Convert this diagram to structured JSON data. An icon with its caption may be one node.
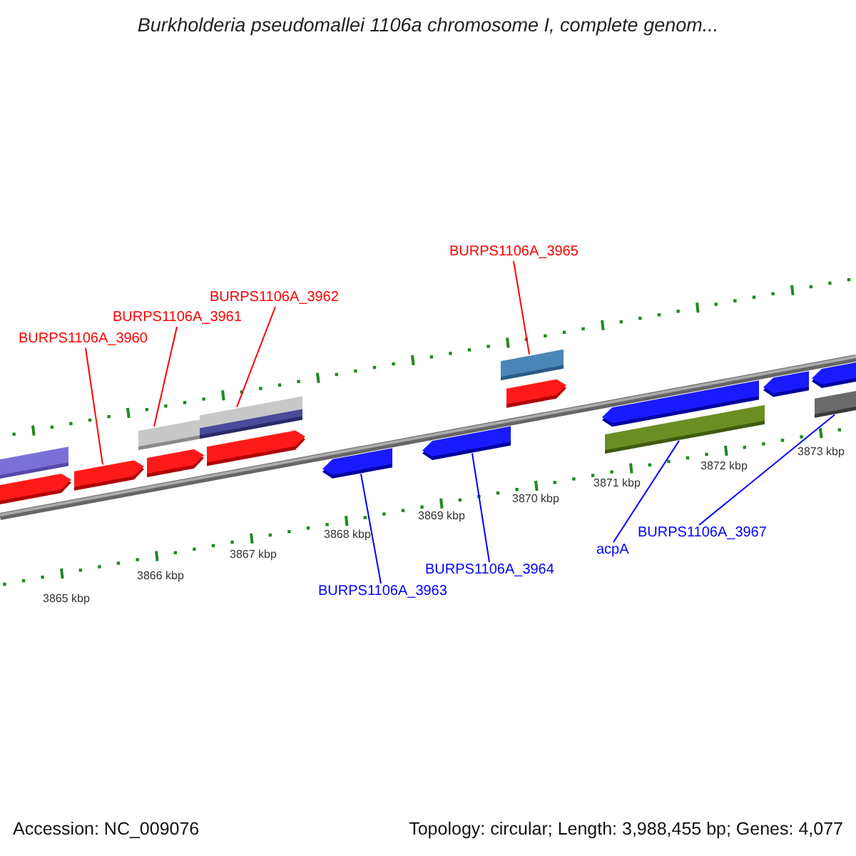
{
  "diagram": {
    "title": "Burkholderia pseudomallei 1106a chromosome I, complete genom...",
    "nodes": [
      {
        "text": [
          "BURPS1106A_3965"
        ]
      },
      {
        "text": [
          "BURPS1106A_3962"
        ]
      },
      {
        "text": [
          "BURPS1106A_3961"
        ]
      },
      {
        "text": [
          "BURPS1106A_3960"
        ]
      },
      {
        "text": [],
        "shape": "bar"
      },
      {
        "text": [],
        "shape": "bar"
      },
      {
        "text": [],
        "shape": "bar"
      },
      {
        "text": [],
        "shape": "bar"
      },
      {
        "text": [],
        "shape": "bar"
      },
      {
        "text": [],
        "shape": "bar"
      },
      {
        "text": [],
        "shape": "bar"
      },
      {
        "text": [],
        "shape": "bar"
      },
      {
        "text": [],
        "shape": "bar"
      },
      {
        "text": [],
        "shape": "bar"
      },
      {
        "text": [],
        "shape": "bar"
      },
      {
        "text": [],
        "shape": "bar"
      },
      {
        "text": [],
        "shape": "bar"
      },
      {
        "text": [],
        "shape": "bar"
      },
      {
        "text": [],
        "shape": "bar"
      },
      {
        "text": [],
        "shape": "bar"
      },
      {
        "text": [
          "BURPS1106A_3967"
        ]
      },
      {
        "text": [
          "acpA"
        ]
      },
      {
        "text": [
          "BURPS1106A_3964"
        ]
      },
      {
        "text": [
          "BURPS1106A_3963"
        ]
      }
    ],
    "edges": [
      {
        "from": 3,
        "to": 6,
        "arrow": "none",
        "color": "#ff0000"
      },
      {
        "from": 2,
        "to": 7,
        "arrow": "none",
        "color": "#ff0000"
      },
      {
        "from": 1,
        "to": 9,
        "arrow": "none",
        "color": "#ff0000"
      },
      {
        "from": 0,
        "to": 13,
        "arrow": "none",
        "color": "#ff0000"
      },
      {
        "from": 23,
        "to": 11,
        "arrow": "none",
        "color": "#0000ff"
      },
      {
        "from": 22,
        "to": 12,
        "arrow": "none",
        "color": "#0000ff"
      },
      {
        "from": 21,
        "to": 16,
        "arrow": "none",
        "color": "#0000ff"
      },
      {
        "from": 20,
        "to": 19,
        "arrow": "none",
        "color": "#0000ff"
      }
    ],
    "labels": [
      "3865 kbp",
      "3866 kbp",
      "3867 kbp",
      "3868 kbp",
      "3869 kbp",
      "3870 kbp",
      "3871 kbp",
      "3872 kbp",
      "3873 kbp",
      "Accession: NC_009076",
      "Topology: circular; Length: 3,988,455 bp; Genes: 4,077"
    ]
  }
}
